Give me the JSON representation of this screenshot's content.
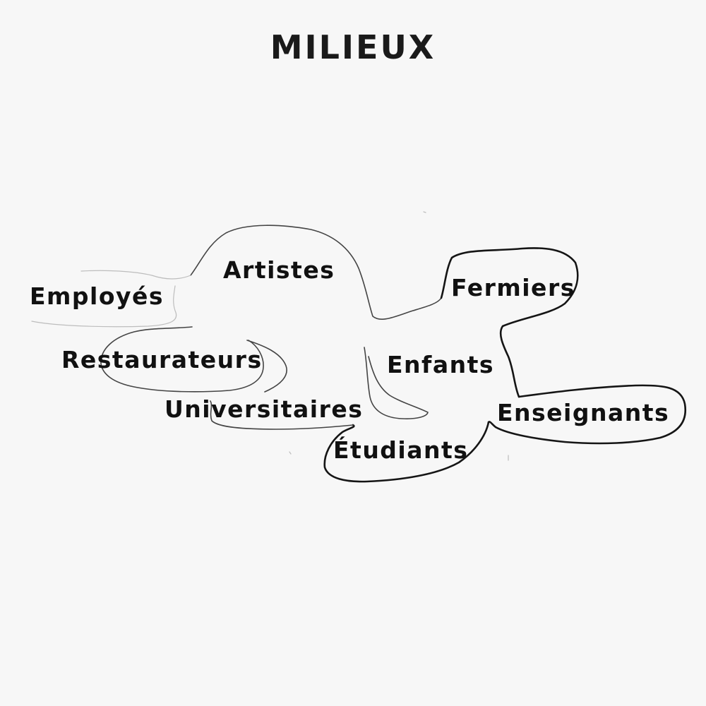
{
  "title": "MILIEUX",
  "labels": {
    "artistes": "Artistes",
    "employes": "Employés",
    "restaurateurs": "Restaurateurs",
    "universitaires": "Universitaires",
    "etudiants": "Étudiants",
    "enfants": "Enfants",
    "fermiers": "Fermiers",
    "enseignants": "Enseignants"
  }
}
